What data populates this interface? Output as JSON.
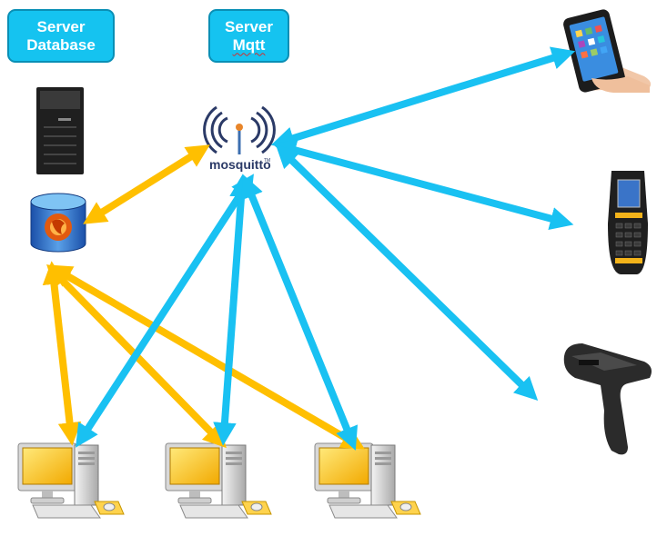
{
  "labels": {
    "server_database": [
      "Server",
      "Database"
    ],
    "server_mqtt": [
      "Server",
      "Mqtt"
    ]
  },
  "broker": {
    "name": "mosquitto",
    "tm": "TM"
  },
  "colors": {
    "label_fill": "#15c3f0",
    "database_links": "#ffbf00",
    "mqtt_links": "#19c1f2"
  },
  "icons": {
    "server_tower": "server-tower-icon",
    "database": "database-icon",
    "broker": "mosquitto-logo",
    "workstation": "desktop-computer-icon",
    "smartphone": "smartphone-icon",
    "handheld_terminal": "handheld-terminal-icon",
    "scanner": "barcode-scanner-icon"
  }
}
